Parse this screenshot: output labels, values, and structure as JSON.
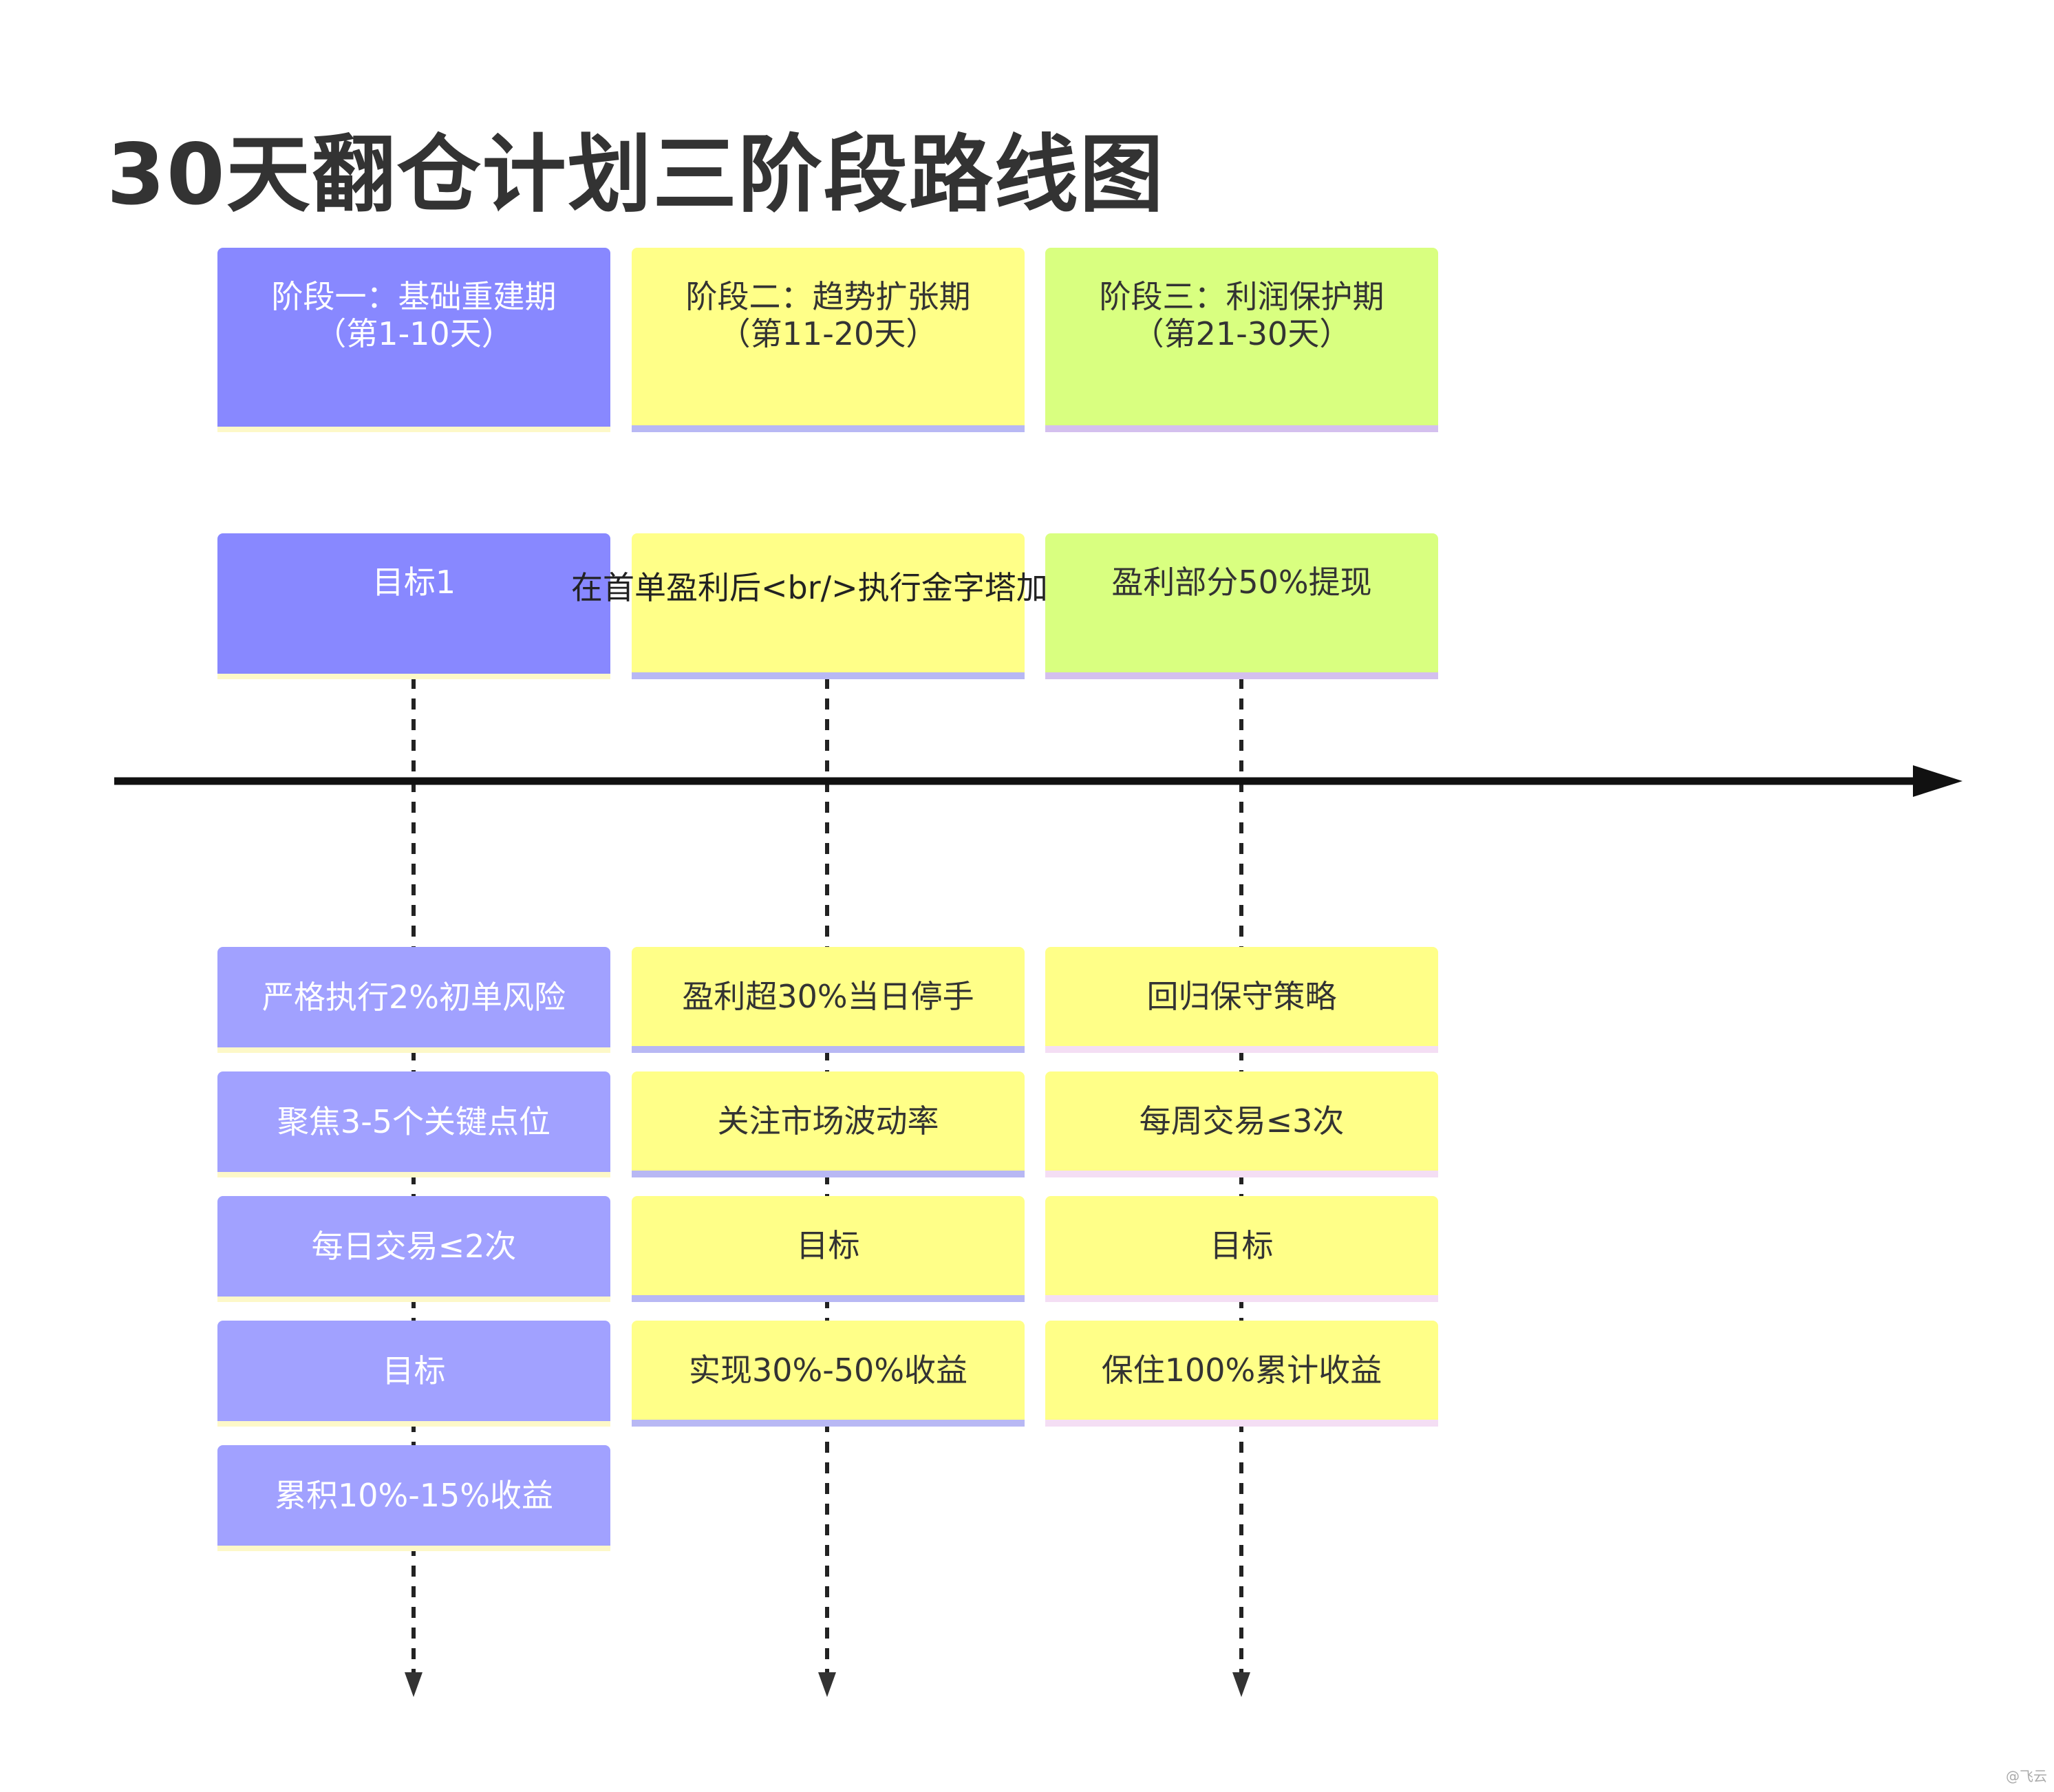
{
  "title": "30天翻仓计划三阶段路线图",
  "colors": {
    "purple": "#8888ff",
    "purple_light": "#a1a1ff",
    "yellow": "#ffff88",
    "green": "#d9ff80",
    "axis": "#111111"
  },
  "phases": [
    {
      "header_line1": "阶段一：基础重建期",
      "header_line2": "（第1-10天）",
      "goal": "目标1",
      "items": [
        "严格执行2%初单风险",
        "聚焦3-5个关键点位",
        "每日交易≤2次",
        "目标",
        "累积10%-15%收益"
      ]
    },
    {
      "header_line1": "阶段二：趋势扩张期",
      "header_line2": "（第11-20天）",
      "goal": "在首单盈利后<br/>执行金字塔加",
      "items": [
        "盈利超30%当日停手",
        "关注市场波动率",
        "目标",
        "实现30%-50%收益"
      ]
    },
    {
      "header_line1": "阶段三：利润保护期",
      "header_line2": "（第21-30天）",
      "goal": "盈利部分50%提现",
      "items": [
        "回归保守策略",
        "每周交易≤3次",
        "目标",
        "保住100%累计收益"
      ]
    }
  ],
  "watermark": "@飞云"
}
